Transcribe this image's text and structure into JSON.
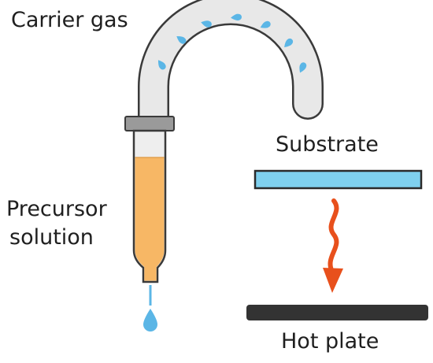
{
  "labels": {
    "carrier_gas": "Carrier gas",
    "precursor_line1": "Precursor",
    "precursor_line2": "solution",
    "substrate": "Substrate",
    "hot_plate": "Hot plate"
  },
  "colors": {
    "tube_fill": "#e8e8e8",
    "outline": "#3a3a3a",
    "droplet": "#5bb6e6",
    "solution": "#f7b765",
    "collar": "#9a9a9a",
    "substrate": "#7fd0ee",
    "heat_arrow": "#e8501c",
    "hot_plate": "#333333",
    "text": "#1f1f1f"
  },
  "icons": {
    "droplet": "droplet-icon",
    "heat": "heat-arrow-icon"
  }
}
